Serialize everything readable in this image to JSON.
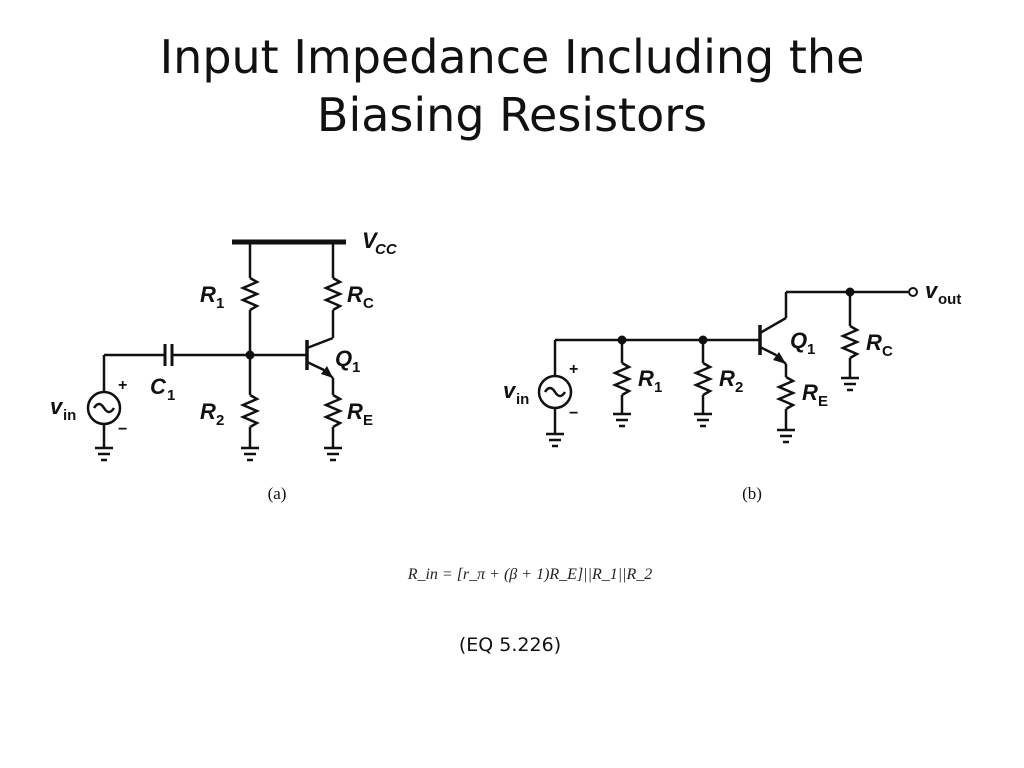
{
  "slide": {
    "title_line1": "Input Impedance Including the",
    "title_line2": "Biasing Resistors"
  },
  "circuit_a": {
    "caption": "(a)",
    "vcc_main": "V",
    "vcc_sub": "CC",
    "r1_main": "R",
    "r1_sub": "1",
    "r2_main": "R",
    "r2_sub": "2",
    "rc_main": "R",
    "rc_sub": "C",
    "re_main": "R",
    "re_sub": "E",
    "q1_main": "Q",
    "q1_sub": "1",
    "c1_main": "C",
    "c1_sub": "1",
    "vin_main": "v",
    "vin_sub": "in",
    "plus": "+",
    "minus": "−"
  },
  "circuit_b": {
    "caption": "(b)",
    "vout_main": "v",
    "vout_sub": "out",
    "r1_main": "R",
    "r1_sub": "1",
    "r2_main": "R",
    "r2_sub": "2",
    "rc_main": "R",
    "rc_sub": "C",
    "re_main": "R",
    "re_sub": "E",
    "q1_main": "Q",
    "q1_sub": "1",
    "vin_main": "v",
    "vin_sub": "in",
    "plus": "+",
    "minus": "−"
  },
  "equation": {
    "text": "R_in = [r_π + (β + 1)R_E]||R_1||R_2",
    "reference": "(EQ 5.226)"
  }
}
